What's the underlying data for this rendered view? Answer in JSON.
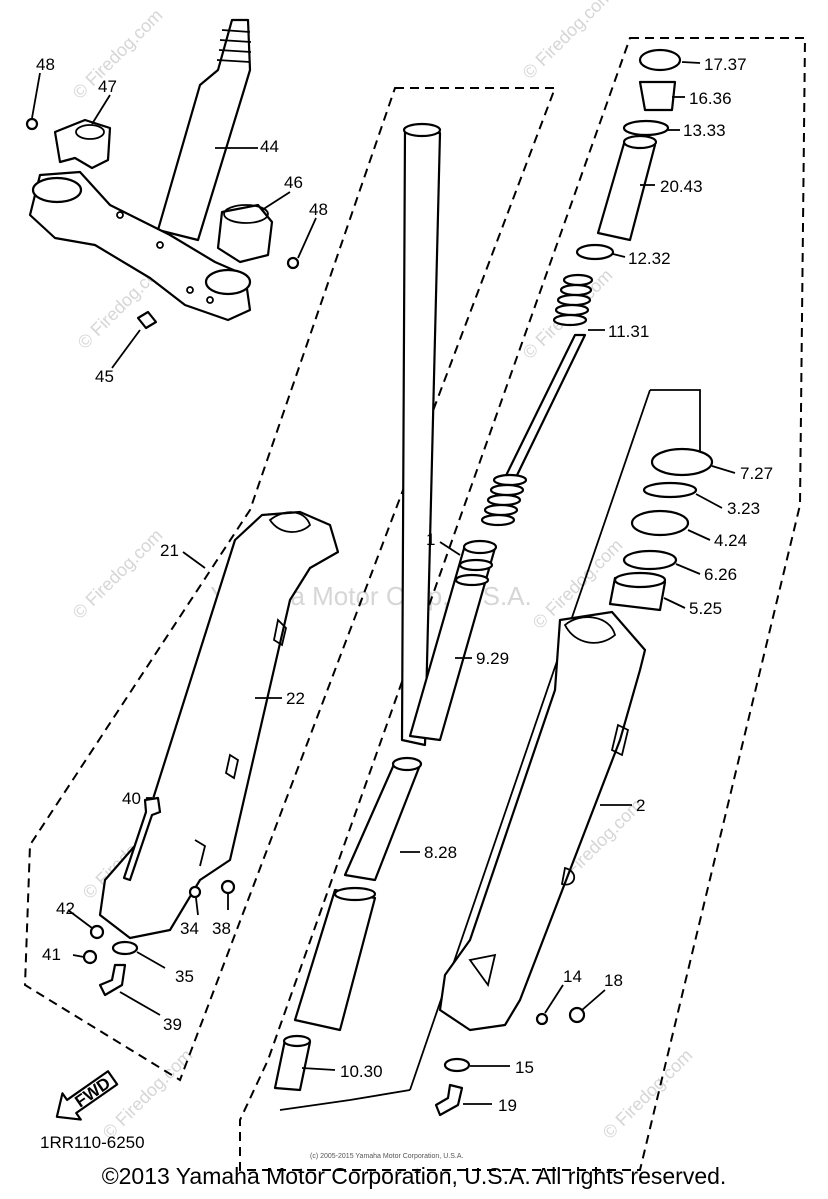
{
  "watermark": {
    "brand": "© Firedog.com",
    "company": "Yamaha Motor Corp, U.S.A."
  },
  "diagram_code": "1RR110-6250",
  "small_copyright": "(c) 2005-2015 Yamaha Motor Corporation, U.S.A.",
  "footer": "©2013 Yamaha Motor Corporation, U.S.A. All rights reserved.",
  "fwd_label": "FWD",
  "callouts": [
    "48",
    "47",
    "44",
    "46",
    "48",
    "45",
    "17.37",
    "16.36",
    "13.33",
    "20.43",
    "12.32",
    "11.31",
    "7.27",
    "3.23",
    "4.24",
    "6.26",
    "5.25",
    "21",
    "22",
    "1",
    "9.29",
    "2",
    "8.28",
    "40",
    "42",
    "41",
    "34",
    "38",
    "35",
    "39",
    "10.30",
    "14",
    "18",
    "15",
    "19"
  ]
}
